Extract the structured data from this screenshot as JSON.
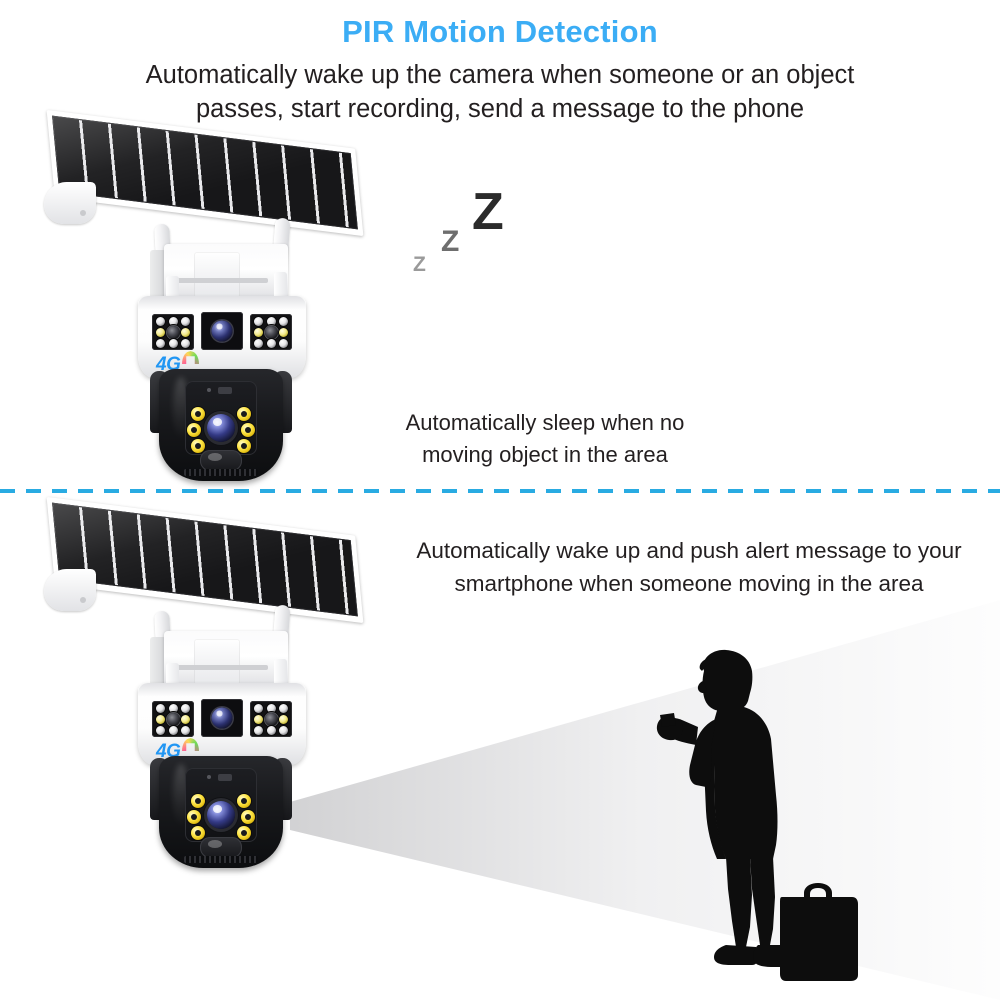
{
  "page": {
    "title": "PIR Motion Detection",
    "subtitle": "Automatically wake up the camera when someone or an object passes, start recording, send a message to the phone",
    "title_color": "#3BADF5",
    "body_color": "#231f20",
    "background": "#ffffff",
    "divider_color": "#29ABE2"
  },
  "top_section": {
    "caption": "Automatically sleep when no moving object in the area",
    "sleep_indicator": {
      "name": "sleep-zzz",
      "glyphs": [
        "Z",
        "Z",
        "Z"
      ]
    },
    "device": {
      "brand_logo": "4G",
      "logo_color": "#2196f3",
      "parts": {
        "solar_panel": "solar-panel",
        "antenna_left": "antenna",
        "antenna_right": "antenna",
        "mount_bracket": "mount-bracket",
        "camera_head": "camera-head",
        "ptz_dome": "ptz-dome"
      },
      "led_panel_left": [
        "white",
        "white",
        "white",
        "warm",
        "eye",
        "warm",
        "white",
        "white",
        "white"
      ],
      "led_panel_right": [
        "white",
        "white",
        "white",
        "warm",
        "eye",
        "warm",
        "white",
        "white",
        "white"
      ],
      "ptz_led_count": 6
    }
  },
  "bottom_section": {
    "caption": "Automatically wake up and push alert message to your smartphone when someone moving in the area",
    "detection_cone": "detection-cone",
    "person": {
      "name": "person-silhouette",
      "description": "businessman silhouette holding phone with briefcase",
      "color": "#0d0d0d"
    },
    "device": {
      "brand_logo": "4G",
      "logo_color": "#2196f3",
      "ptz_led_count": 6
    }
  }
}
